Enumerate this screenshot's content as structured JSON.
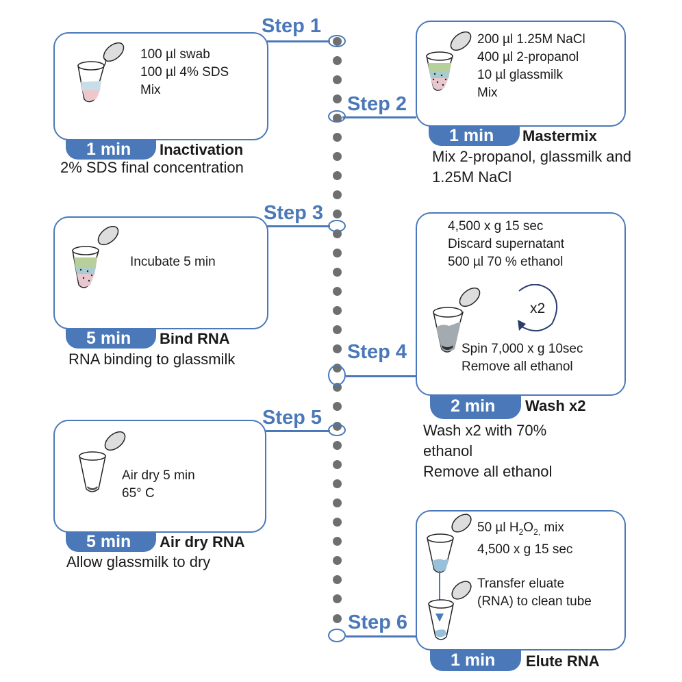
{
  "steps": [
    {
      "label": "Step 1",
      "instructions": [
        "100 µl swab",
        "100 µl 4% SDS",
        "Mix"
      ],
      "time": "1 min",
      "title": "Inactivation",
      "description": "2% SDS final concentration",
      "tube_icon": "tube-pink-blue-liquid-icon"
    },
    {
      "label": "Step 2",
      "instructions": [
        "200 µl 1.25M NaCl",
        "400 µl 2-propanol",
        "10 µl glassmilk",
        "Mix"
      ],
      "time": "1 min",
      "title": "Mastermix",
      "description": "Mix 2-propanol, glassmilk and 1.25M NaCl",
      "tube_icon": "tube-green-layered-glassmilk-icon"
    },
    {
      "label": "Step 3",
      "instructions": [
        "Incubate 5 min"
      ],
      "time": "5 min",
      "title": "Bind RNA",
      "description": "RNA binding to glassmilk",
      "tube_icon": "tube-green-layered-glassmilk-icon"
    },
    {
      "label": "Step 4",
      "instructions_top": [
        "4,500 x g 15 sec",
        "Discard supernatant",
        "500 µl 70 % ethanol"
      ],
      "repeat_label": "x2",
      "instructions_bottom": [
        "Spin 7,000 x g 10sec",
        "Remove all ethanol"
      ],
      "time": "2 min",
      "title": "Wash x2",
      "description": [
        "Wash x2 with 70%",
        "ethanol",
        "Remove all ethanol"
      ],
      "tube_icon": "tube-grey-ethanol-icon"
    },
    {
      "label": "Step 5",
      "instructions": [
        "Air dry 5 min",
        "65° C"
      ],
      "time": "5 min",
      "title": "Air dry RNA",
      "description": "Allow glassmilk to dry",
      "tube_icon": "tube-empty-pellet-icon"
    },
    {
      "label": "Step 6",
      "instructions_top": [
        "50 µl H2O2, mix",
        "4,500 x g 15 sec"
      ],
      "instructions_bottom": [
        "Transfer eluate",
        "(RNA) to clean tube"
      ],
      "time": "1 min",
      "title": "Elute RNA",
      "tube_icon": "tube-blue-eluate-icon"
    }
  ],
  "colors": {
    "accent": "#4a78b8",
    "timeline_dot": "#6e6f71",
    "text": "#1a1a1a"
  }
}
